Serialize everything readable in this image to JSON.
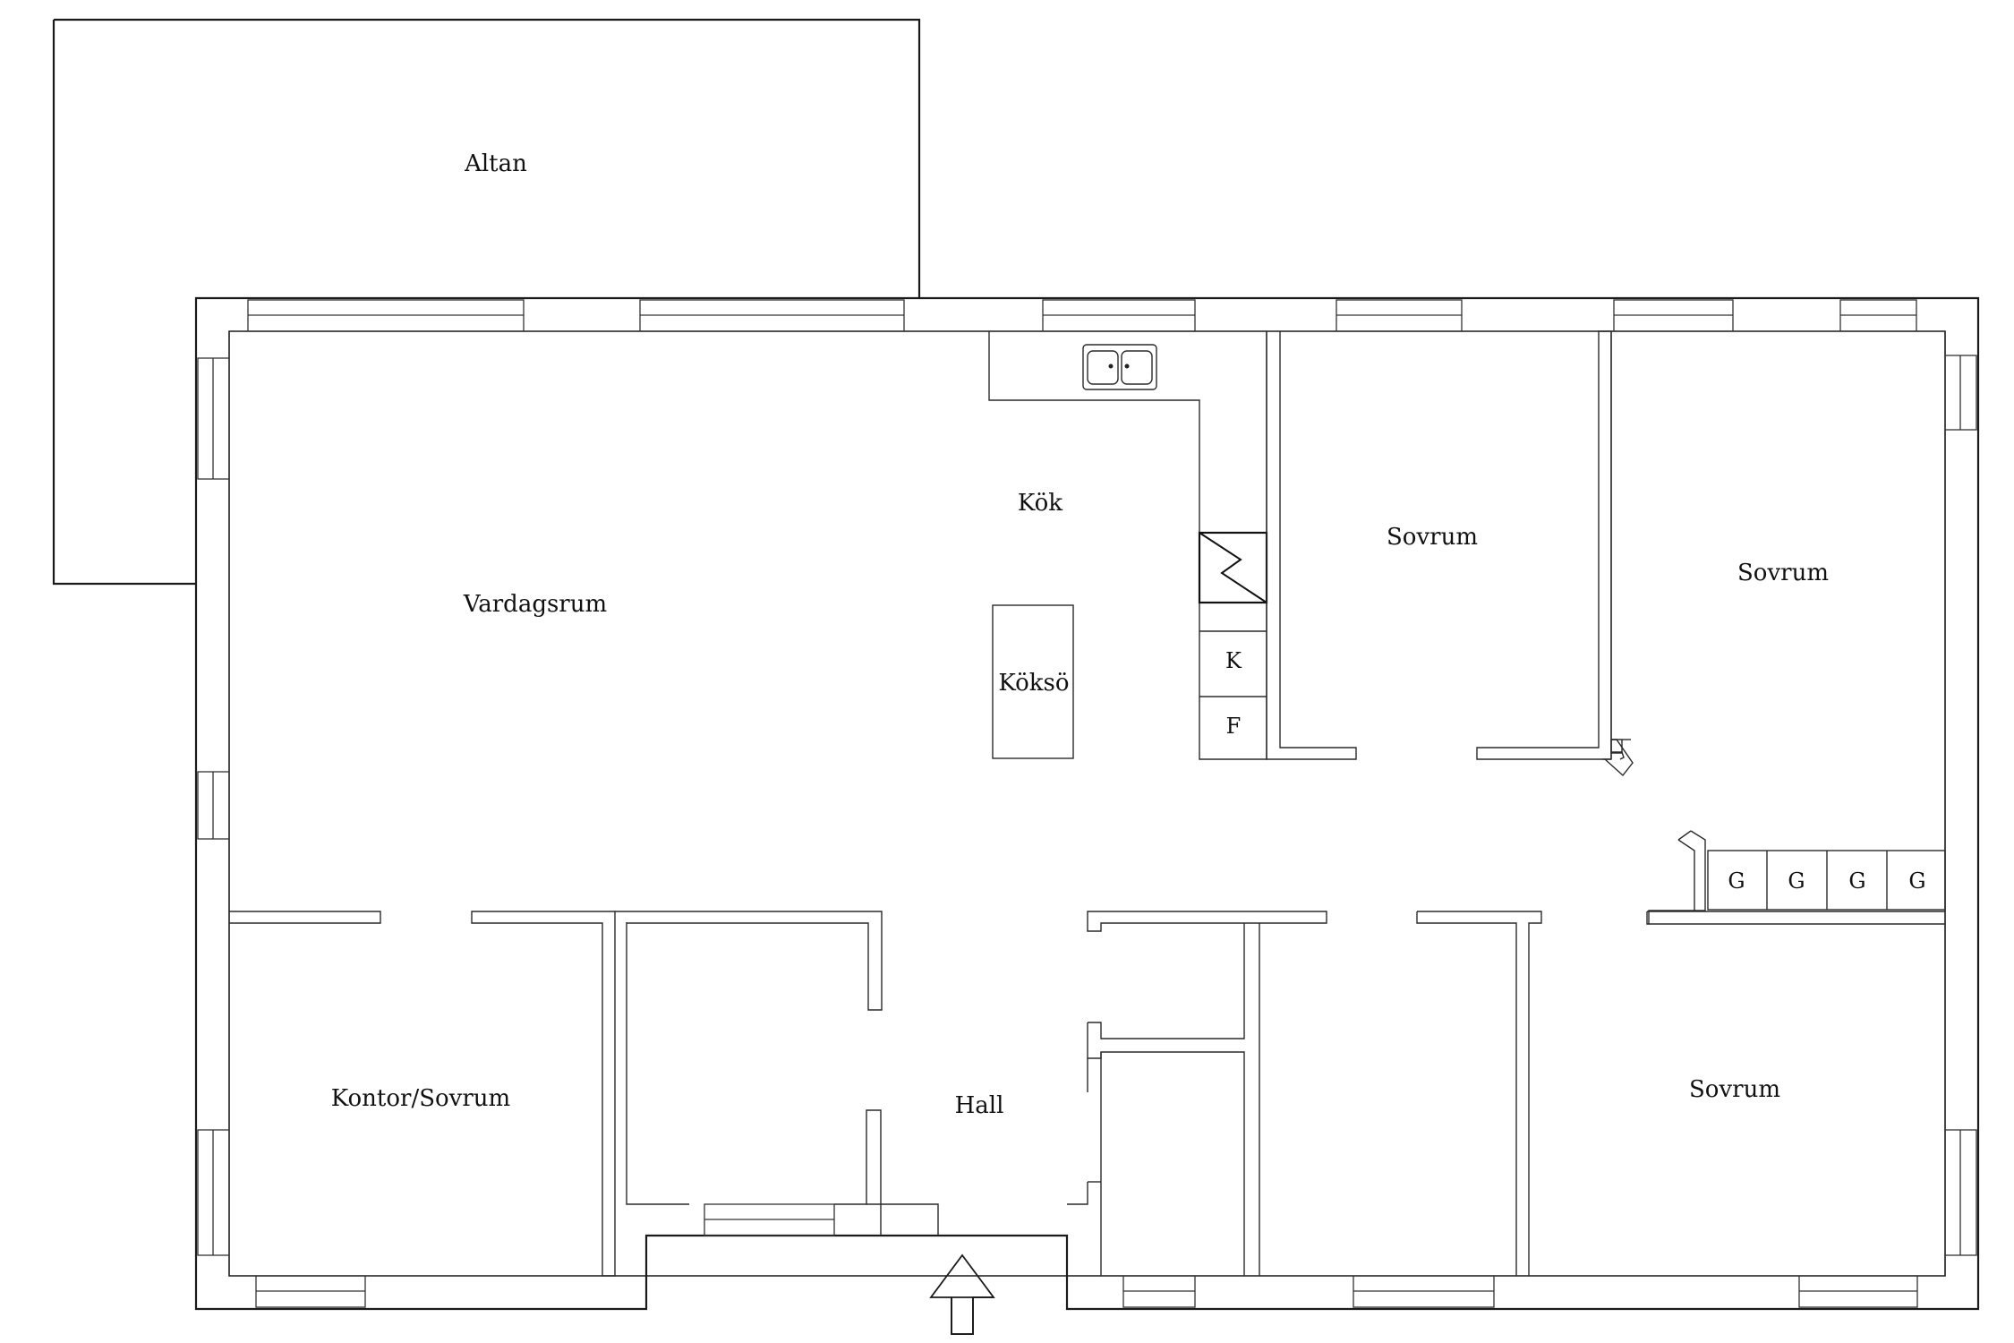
{
  "rooms": {
    "altan": "Altan",
    "kok": "Kök",
    "vardagsrum": "Vardagsrum",
    "koksö": "Köksö",
    "sovrum_1": "Sovrum",
    "sovrum_2": "Sovrum",
    "sovrum_3": "Sovrum",
    "kontor": "Kontor/Sovrum",
    "hall": "Hall"
  },
  "appliances": {
    "kyl": "K",
    "frys": "F",
    "garderob_1": "G",
    "garderob_2": "G",
    "garderob_3": "G",
    "garderob_4": "G"
  },
  "icons": {
    "sink": "sink-icon",
    "stove": "stove-icon",
    "entrance": "entrance-arrow-icon"
  }
}
